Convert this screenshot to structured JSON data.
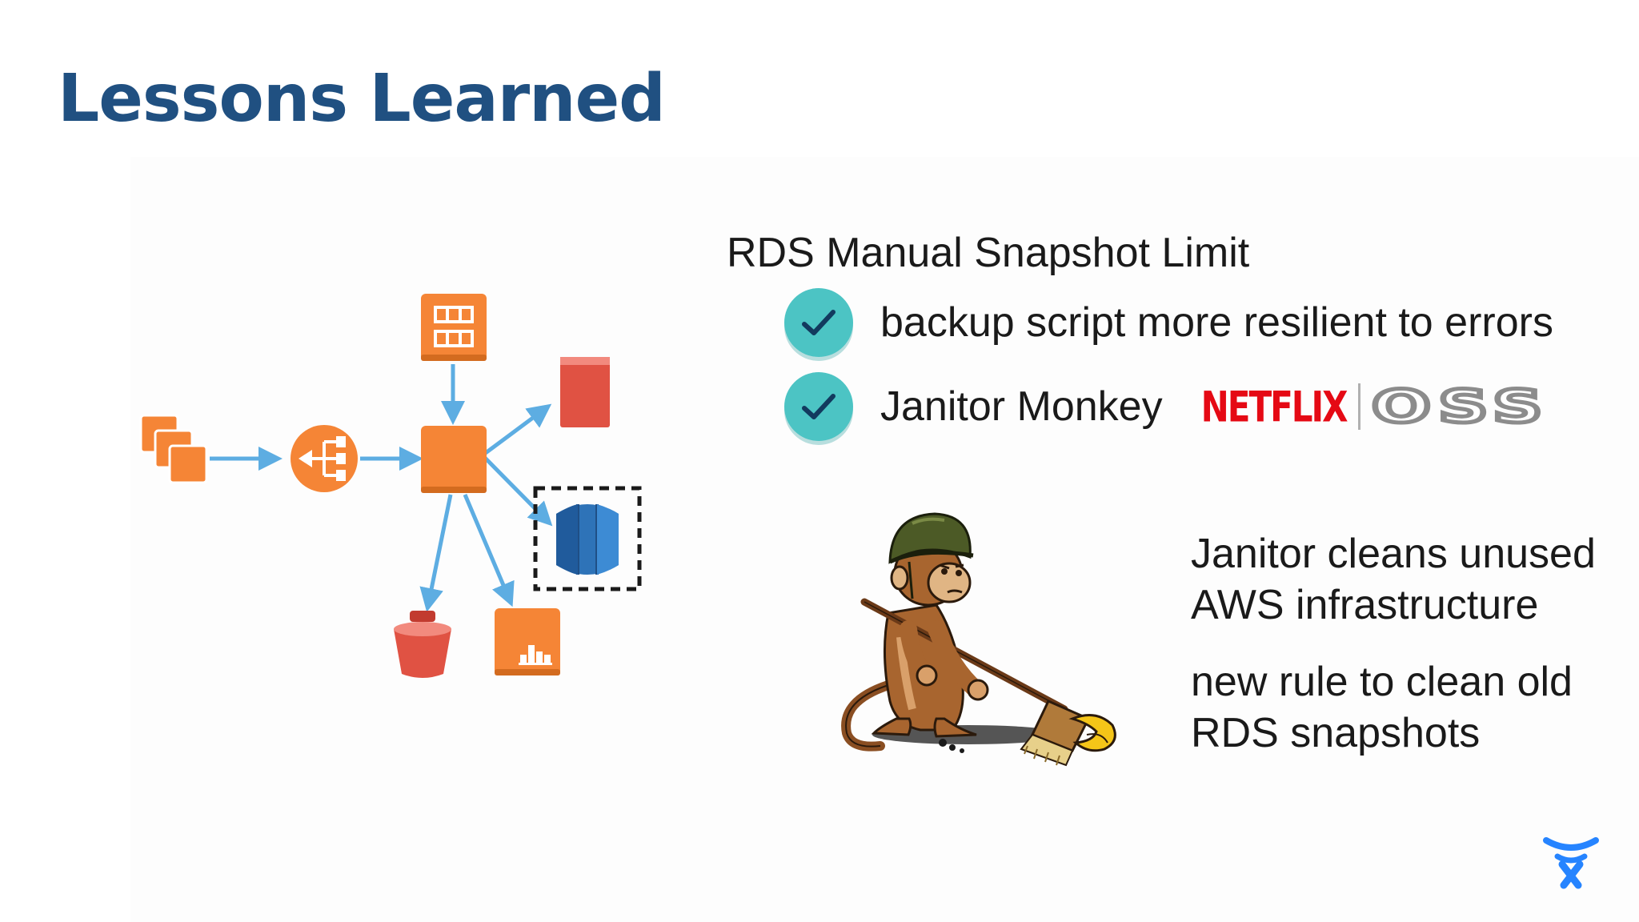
{
  "title": "Lessons Learned",
  "panel": {
    "heading": "RDS Manual Snapshot Limit",
    "checks": [
      {
        "label": "backup script more resilient to errors"
      },
      {
        "label": "Janitor Monkey"
      }
    ],
    "logos": {
      "netflix": "NETFLIX",
      "oss": "OSS"
    },
    "descriptions": [
      {
        "line1": "Janitor cleans unused",
        "line2": "AWS infrastructure"
      },
      {
        "line1": "new rule to clean old",
        "line2": "RDS snapshots"
      }
    ]
  },
  "colors": {
    "title": "#205081",
    "aws_orange": "#f58536",
    "aws_red": "#e05243",
    "rds_blue": "#2e73b8",
    "arrow": "#5dade2",
    "check_teal": "#4cc4c4",
    "netflix_red": "#e50914",
    "atlassian_blue": "#2684ff"
  },
  "icons": {
    "diagram": [
      "ec2-instances-icon",
      "load-balancer-icon",
      "ec2-instance-icon",
      "sqs-queue-icon",
      "dynamodb-table-icon",
      "rds-database-icon",
      "s3-bucket-icon",
      "cloudwatch-icon"
    ],
    "bullets": "checkmark-icon",
    "brand": "atlassian-logo-icon"
  }
}
